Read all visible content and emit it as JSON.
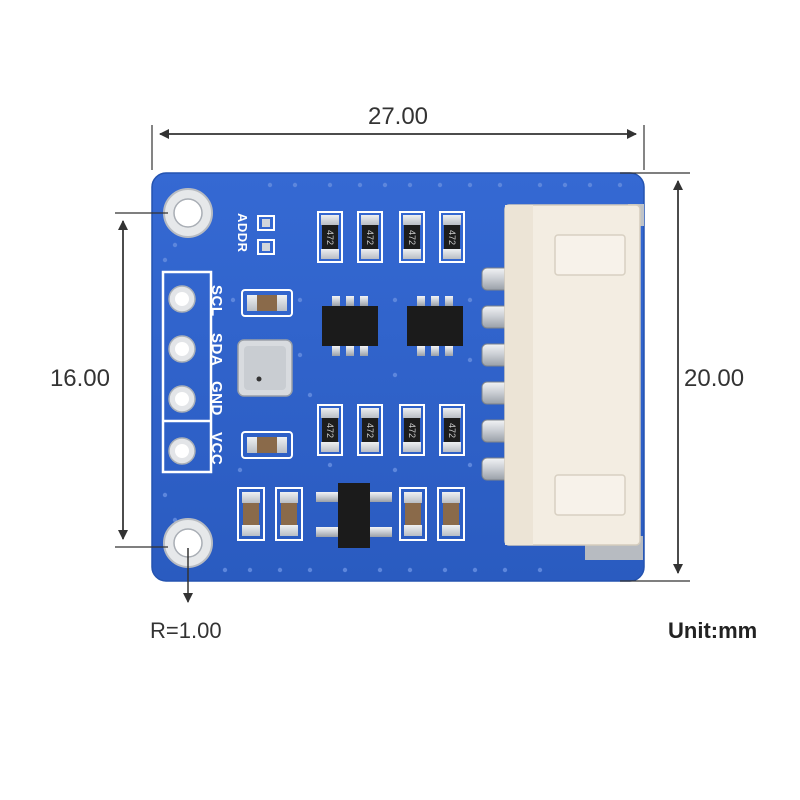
{
  "dimensions": {
    "width": "27.00",
    "height": "20.00",
    "hole_spacing": "16.00",
    "radius": "R=1.00"
  },
  "unit": "Unit:mm",
  "silkscreen": {
    "addr": "ADDR",
    "pins": [
      "SCL",
      "SDA",
      "GND",
      "VCC"
    ]
  },
  "resistor_marking": "472",
  "colors": {
    "pcb": "#2f62c9",
    "pcb_edge": "#2558b8",
    "pad": "#d9dce0",
    "connector": "#f3ede2",
    "chip": "#1b1b1b",
    "dimension_line": "#333333"
  }
}
